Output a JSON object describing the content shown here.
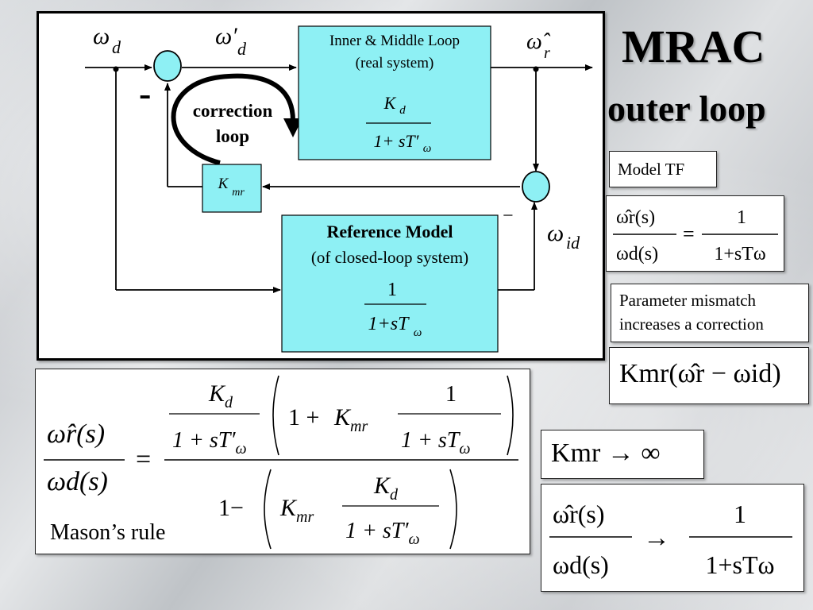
{
  "title": {
    "line1": "MRAC",
    "line2": "outer loop"
  },
  "diagram": {
    "signals": {
      "omega_d": "ω",
      "omega_d_sub": "d",
      "omega_d_prime": "ω′",
      "omega_d_prime_sub": "d",
      "omega_r_hat": "ω̂",
      "omega_r_sub": "r",
      "omega_id": "ω",
      "omega_id_sub": "id",
      "minus_sign": "-",
      "minus_sign2": "−"
    },
    "correction_loop": {
      "line1": "correction",
      "line2": "loop"
    },
    "plant_block": {
      "line1": "Inner & Middle Loop",
      "line2": "(real system)",
      "num": "K",
      "num_sub": "d",
      "den": "1+ sT′",
      "den_sub": "ω"
    },
    "kmr_block": {
      "label": "K",
      "sub": "mr"
    },
    "reference_block": {
      "line1": "Reference Model",
      "line2": "(of closed-loop system)",
      "num": "1",
      "den": "1+sT",
      "den_sub": "ω"
    }
  },
  "model_tf": {
    "label": "Model TF",
    "lhs_num": "ω̂r(s)",
    "lhs_den": "ωd(s)",
    "rhs_num": "1",
    "rhs_den": "1+sTω"
  },
  "param_mismatch": {
    "line1": "Parameter mismatch",
    "line2": "increases a correction",
    "formula": "Kmr(ω̂r − ωid)"
  },
  "mason": {
    "label": "Mason’s rule",
    "lhs_num": "ω̂r(s)",
    "lhs_den": "ωd(s)"
  },
  "limit": {
    "kmr_inf": "Kmr → ∞",
    "lhs_num": "ω̂r(s)",
    "lhs_den": "ωd(s)",
    "arrow": "→",
    "rhs_num": "1",
    "rhs_den": "1+sTω"
  }
}
